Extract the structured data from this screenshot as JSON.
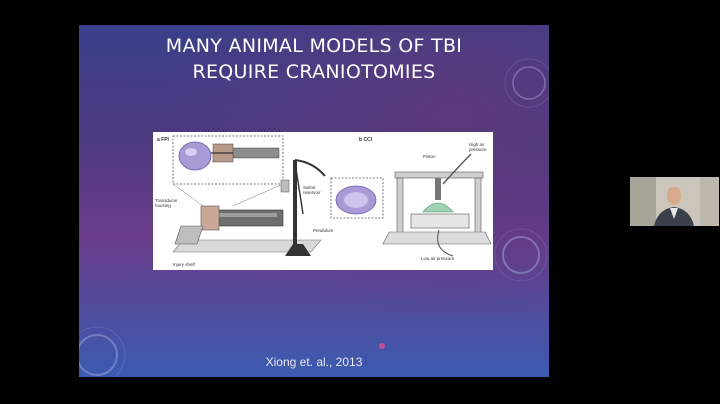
{
  "slide": {
    "title_line1": "MANY ANIMAL MODELS OF TBI",
    "title_line2": "REQUIRE CRANIOTOMIES",
    "citation": "Xiong et. al., 2013"
  },
  "figure": {
    "panel_a_label": "a FPI",
    "panel_b_label": "b CCI",
    "labels": {
      "transducer": "Transducer",
      "housing": "housing",
      "saline": "Saline",
      "reservoir": "reservoir",
      "pendulum": "Pendulum",
      "injury_shelf": "Injury shelf",
      "piston": "Piston",
      "high_air": "High air",
      "pressure": "pressure",
      "low_air_pressure": "Low air pressure"
    }
  },
  "colors": {
    "slide_top": "#3a3f8a",
    "slide_mid": "#6a3c8a",
    "slide_bottom": "#3b5bb0",
    "title_text": "#ffffff"
  }
}
